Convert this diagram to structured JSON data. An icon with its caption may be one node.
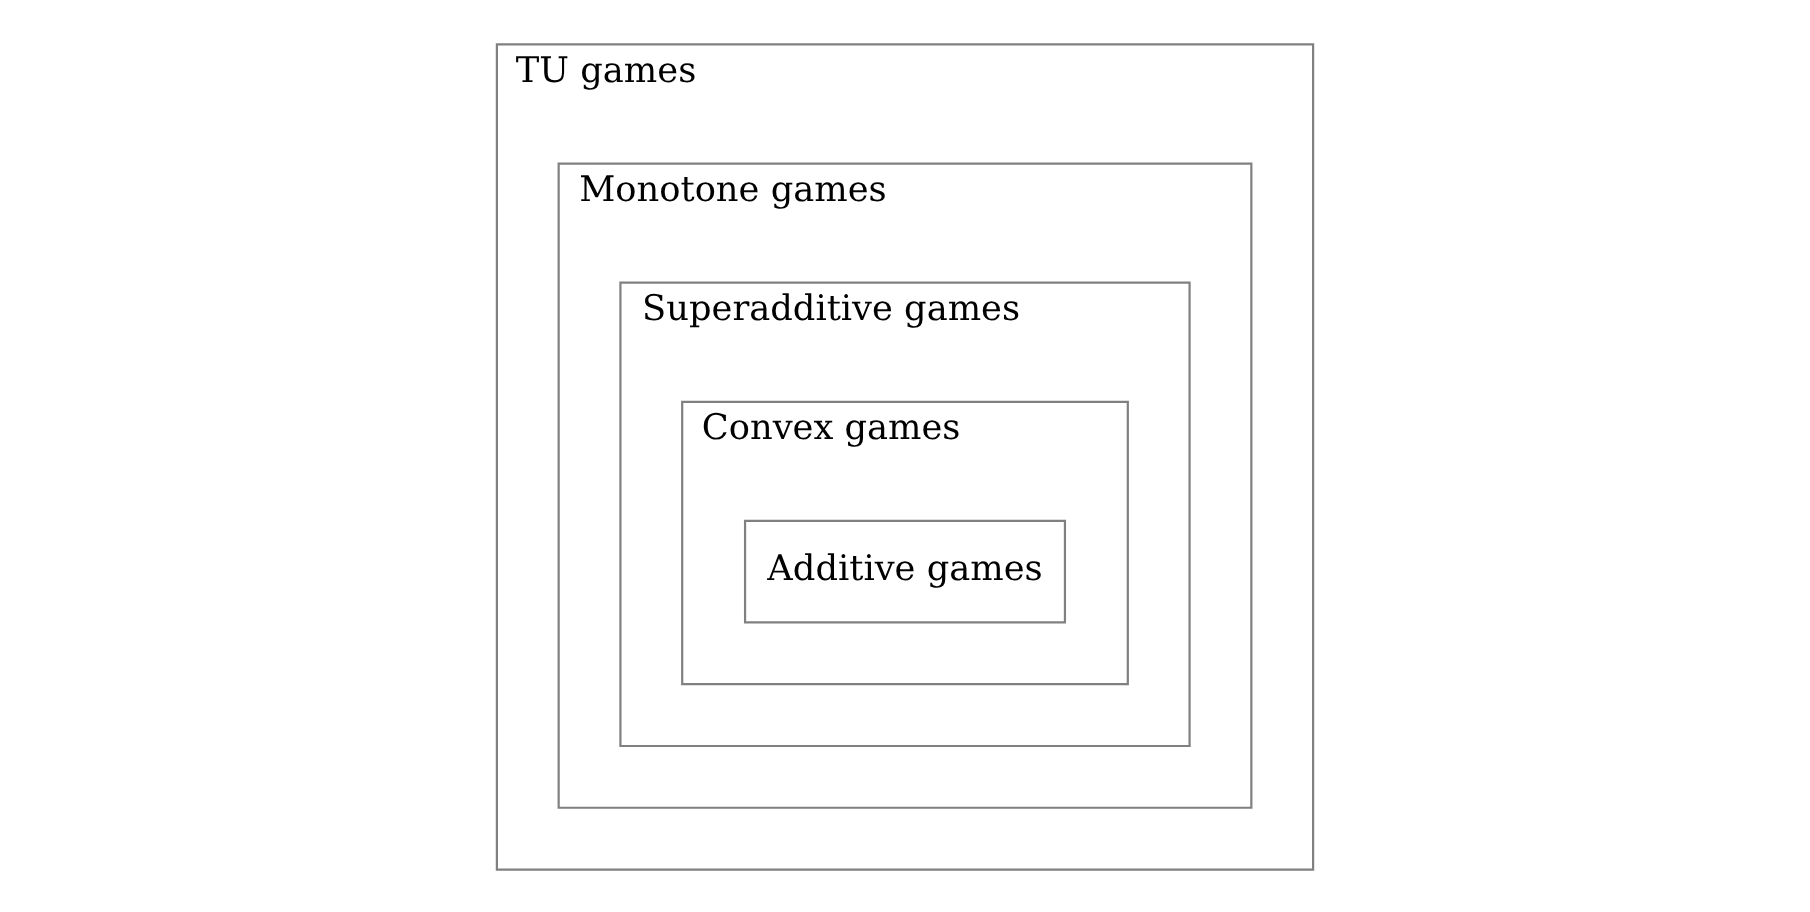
{
  "diagram": {
    "nodes": [
      {
        "text": [
          "TU games"
        ]
      },
      {
        "text": [
          "Monotone games"
        ],
        "in": 0
      },
      {
        "text": [
          "Superadditive games"
        ],
        "in": 1
      },
      {
        "text": [
          "Convex games"
        ],
        "in": 2
      },
      {
        "text": [
          "Additive games"
        ],
        "in": 3
      }
    ]
  }
}
